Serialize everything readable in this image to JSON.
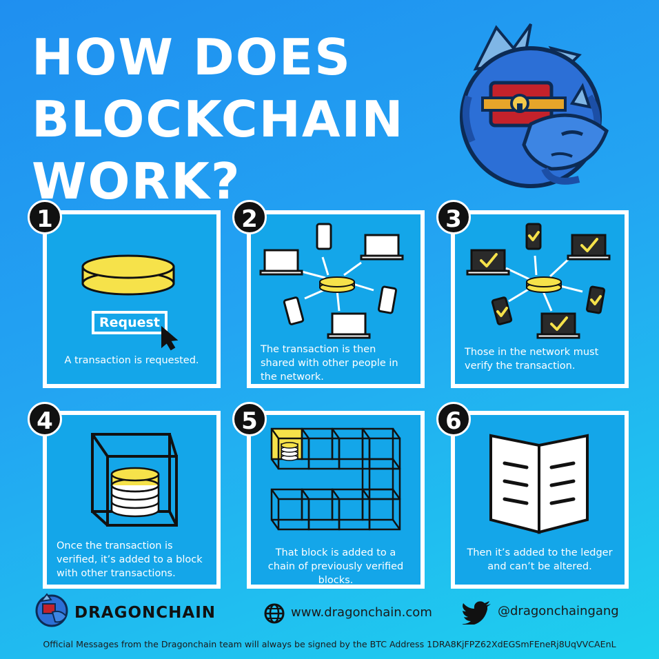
{
  "title": {
    "line1": "HOW DOES",
    "line2": "BLOCKCHAIN",
    "line3": "WORK?"
  },
  "steps": [
    {
      "number": "1",
      "caption": "A transaction is requested.",
      "button_label": "Request"
    },
    {
      "number": "2",
      "caption": "The transaction is then shared with other people in the network."
    },
    {
      "number": "3",
      "caption": "Those in the network must verify the transaction."
    },
    {
      "number": "4",
      "caption": "Once the transaction is verified, it’s added to a block with other transactions."
    },
    {
      "number": "5",
      "caption": "That block is added to a chain of previously verified blocks."
    },
    {
      "number": "6",
      "caption": "Then it’s added to the ledger and can’t be altered."
    }
  ],
  "footer": {
    "brand": "DRAGONCHAIN",
    "website": "www.dragonchain.com",
    "twitter": "@dragonchaingang",
    "disclaimer": "Official Messages from the Dragonchain team will always be signed by the BTC Address 1DRA8KjFPZ62XdEGSmFEneRj8UqVVCAEnL"
  },
  "colors": {
    "background": "#23a4f2",
    "panel": "#14a6e9",
    "coin": "#f6e24a",
    "check": "#f6e24a",
    "text": "#ffffff"
  },
  "icons": [
    "dragon-mascot-icon",
    "coin-icon",
    "cursor-icon",
    "laptop-icon",
    "phone-icon",
    "check-icon",
    "cube-icon",
    "book-icon",
    "globe-icon",
    "twitter-bird-icon"
  ]
}
